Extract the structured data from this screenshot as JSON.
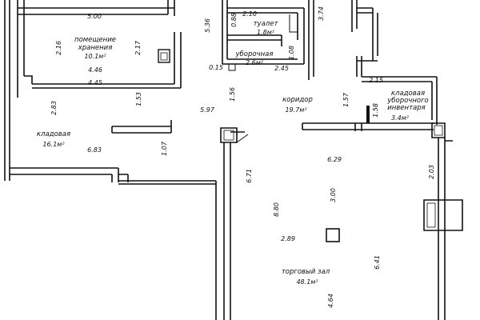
{
  "rooms": {
    "storage_room": {
      "line1": "помещение",
      "line2": "хранения",
      "area": "10.1м²"
    },
    "pantry": {
      "name": "кладовая",
      "area": "16.1м²"
    },
    "toilet": {
      "name": "туалет",
      "area": "1.8м²"
    },
    "cleaning": {
      "name": "уборочная",
      "area": "2.6м²"
    },
    "corridor": {
      "name": "коридор",
      "area": "19.7м²"
    },
    "inventory_pantry": {
      "line1": "кладовая",
      "line2": "уборочного",
      "line3": "инвентаря",
      "area": "3.4м²"
    },
    "sales_hall": {
      "name": "торговый зал",
      "area": "48.1м²"
    }
  },
  "dimensions": {
    "d_5_00": "5.00",
    "d_2_16": "2.16",
    "d_2_17": "2.17",
    "d_4_46": "4.46",
    "d_4_45": "4.45",
    "d_5_36": "5.36",
    "d_2_10": "2.10",
    "d_0_88": "0.88",
    "d_3_74": "3.74",
    "d_1_08": "1.08",
    "d_0_15": "0.15",
    "d_2_45": "2.45",
    "d_2_83": "2.83",
    "d_1_53": "1.53",
    "d_1_56": "1.56",
    "d_5_97": "5.97",
    "d_1_57": "1.57",
    "d_2_15": "2.15",
    "d_1_58": "1.58",
    "d_6_83": "6.83",
    "d_1_07": "1.07",
    "d_6_71": "6.71",
    "d_6_29": "6.29",
    "d_2_03": "2.03",
    "d_3_00": "3.00",
    "d_8_80": "8.80",
    "d_2_89": "2.89",
    "d_6_41": "6.41",
    "d_4_64": "4.64"
  }
}
